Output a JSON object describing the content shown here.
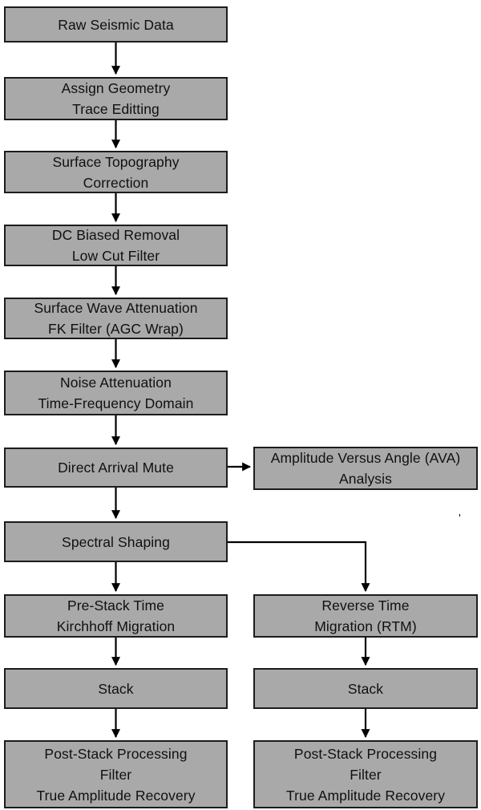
{
  "diagram": {
    "type": "flowchart",
    "subject": "Seismic data processing workflow",
    "colors": {
      "background": "#ffffff",
      "box_fill": "#a9a9a9",
      "box_border": "#1c1c1c",
      "arrow": "#000000",
      "text": "#101010"
    },
    "stray_mark": "'",
    "left_column": [
      {
        "id": "raw-seismic-data",
        "lines": [
          "Raw Seismic Data"
        ]
      },
      {
        "id": "assign-geometry",
        "lines": [
          "Assign Geometry",
          "Trace Editting"
        ]
      },
      {
        "id": "surface-topography",
        "lines": [
          "Surface Topography",
          "Correction"
        ]
      },
      {
        "id": "dc-biased-removal",
        "lines": [
          "DC Biased Removal",
          "Low Cut Filter"
        ]
      },
      {
        "id": "surface-wave-attenuation",
        "lines": [
          "Surface Wave Attenuation",
          "FK Filter (AGC Wrap)"
        ]
      },
      {
        "id": "noise-attenuation",
        "lines": [
          "Noise Attenuation",
          "Time-Frequency Domain"
        ]
      },
      {
        "id": "direct-arrival-mute",
        "lines": [
          "Direct Arrival Mute"
        ]
      },
      {
        "id": "spectral-shaping",
        "lines": [
          "Spectral Shaping"
        ]
      },
      {
        "id": "prestack-kirchhoff",
        "lines": [
          "Pre-Stack Time",
          "Kirchhoff Migration"
        ]
      },
      {
        "id": "stack-left",
        "lines": [
          "Stack"
        ]
      },
      {
        "id": "post-stack-left",
        "lines": [
          "Post-Stack Processing",
          "Filter",
          "True Amplitude Recovery"
        ]
      }
    ],
    "right_column": [
      {
        "id": "ava-analysis",
        "lines": [
          "Amplitude Versus Angle (AVA)",
          "Analysis"
        ]
      },
      {
        "id": "reverse-time-migration",
        "lines": [
          "Reverse Time",
          "Migration (RTM)"
        ]
      },
      {
        "id": "stack-right",
        "lines": [
          "Stack"
        ]
      },
      {
        "id": "post-stack-right",
        "lines": [
          "Post-Stack Processing",
          "Filter",
          "True Amplitude Recovery"
        ]
      }
    ]
  }
}
